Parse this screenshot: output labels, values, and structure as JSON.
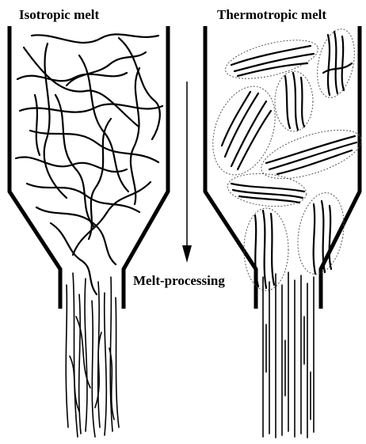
{
  "labels": {
    "left_title": "Isotropic melt",
    "right_title": "Thermotropic melt",
    "process": "Melt-processing"
  },
  "colors": {
    "ink": "#000000",
    "domain_outline": "#555555",
    "background": "#ffffff"
  }
}
